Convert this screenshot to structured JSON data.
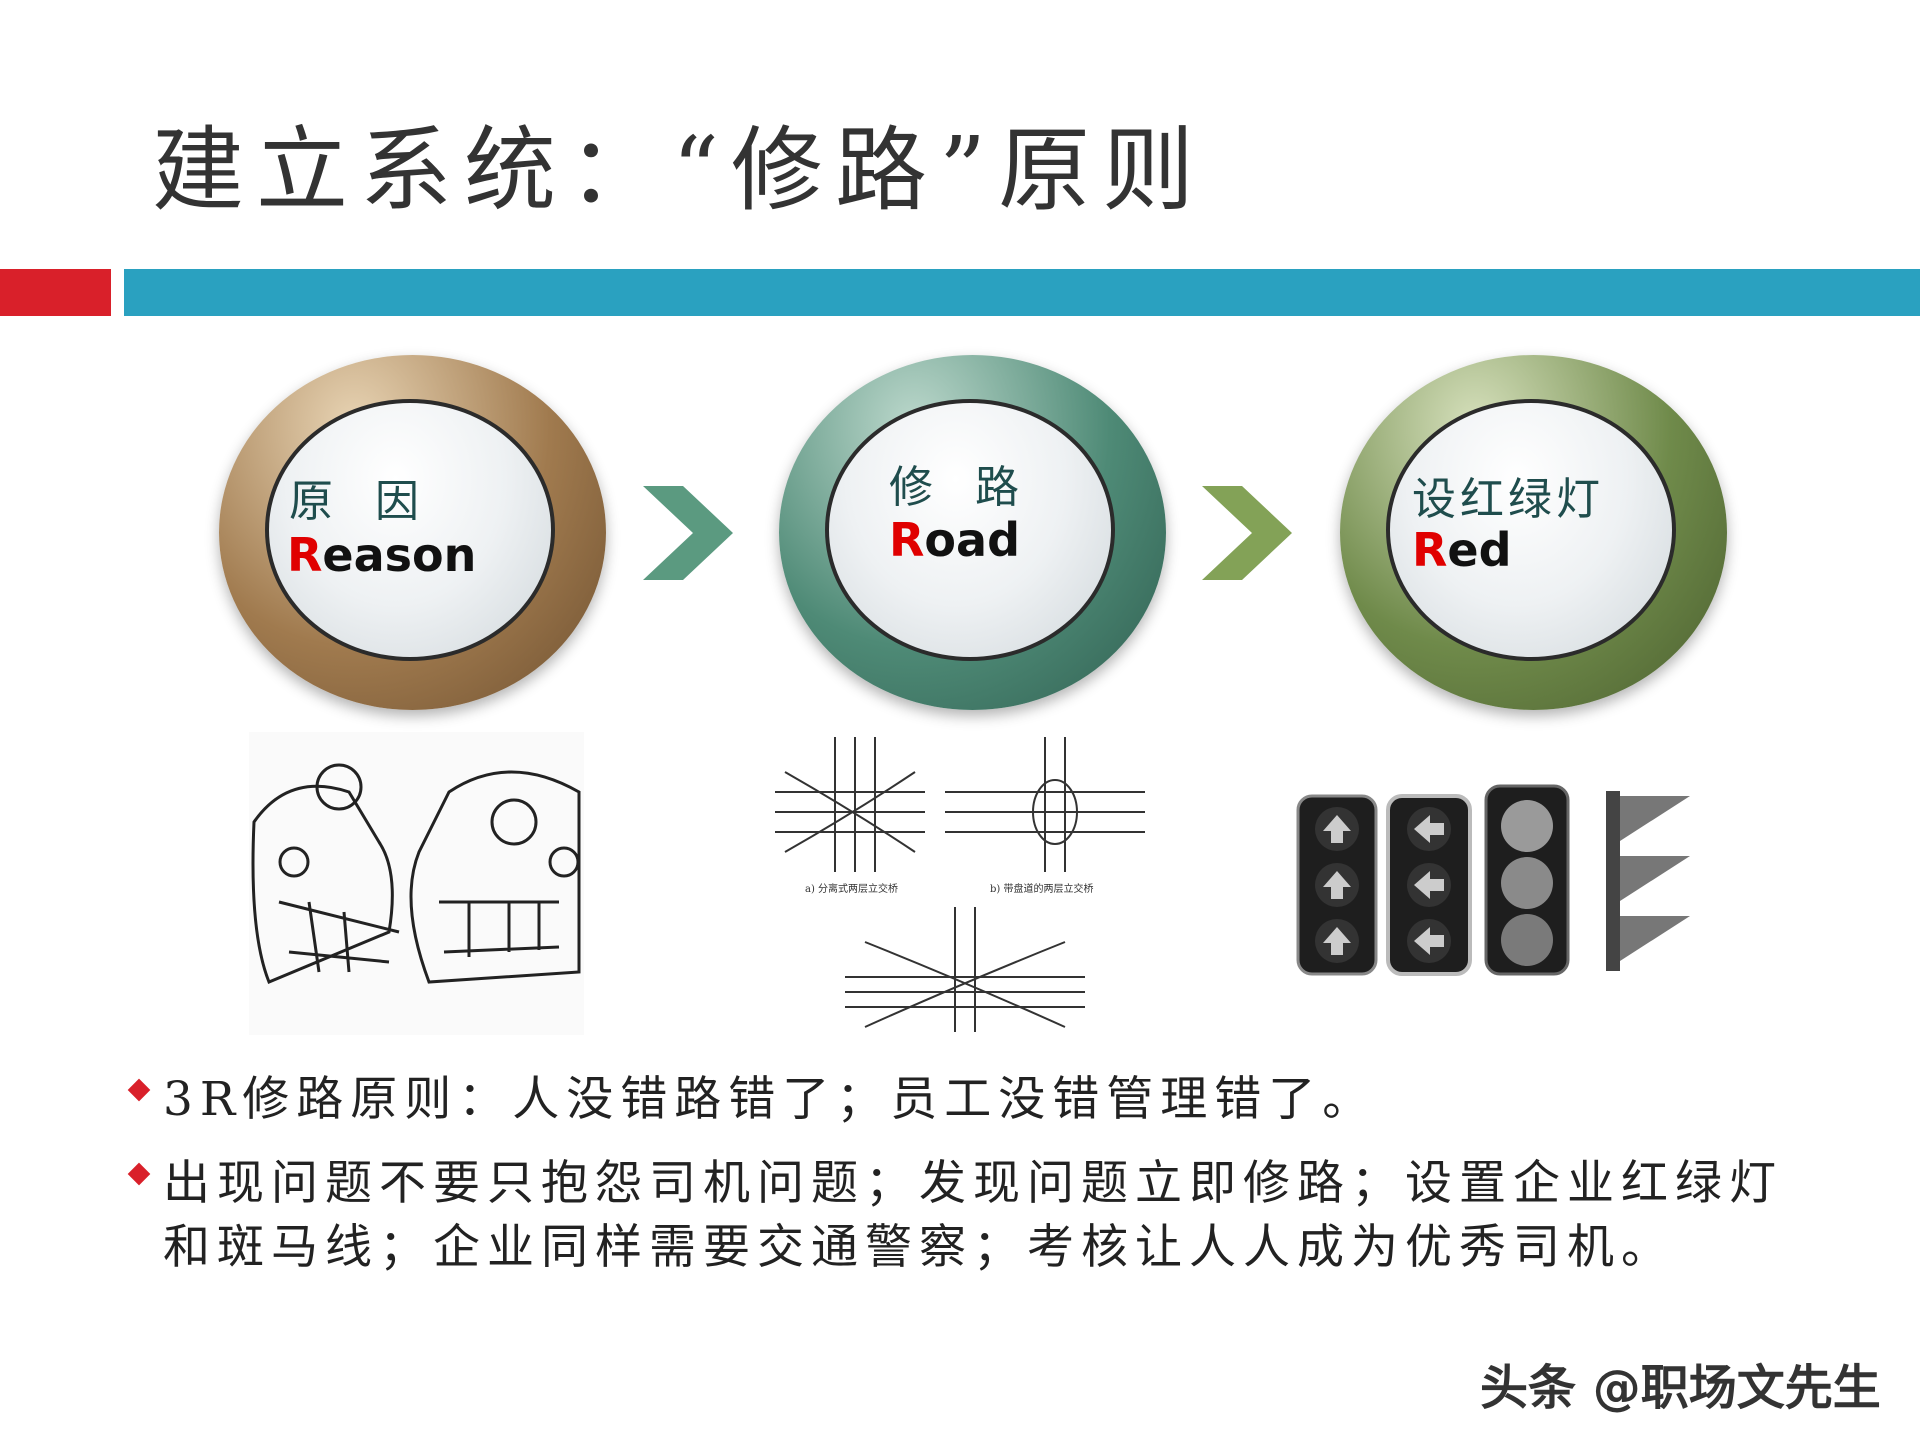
{
  "title": "建立系统：“修路”原则",
  "colors": {
    "red_bar": "#d9202a",
    "teal_bar": "#2aa1c0",
    "accent_red": "#e00000"
  },
  "steps": [
    {
      "cn": "原 因",
      "en_first": "R",
      "en_rest": "eason",
      "ring_color": "#a07a4e"
    },
    {
      "cn": "修 路",
      "en_first": "R",
      "en_rest": "oad",
      "ring_color": "#4e8a76"
    },
    {
      "cn": "设红绿灯",
      "en_first": "R",
      "en_rest": "ed",
      "ring_color": "#6f8a4a"
    }
  ],
  "images": {
    "intersection_captions": [
      "a) 分离式两层立交桥",
      "b) 带盘道的两层立交桥"
    ]
  },
  "bullets": [
    "3R修路原则：人没错路错了；员工没错管理错了。",
    "出现问题不要只抱怨司机问题；发现问题立即修路；设置企业红绿灯",
    "和斑马线；企业同样需要交通警察；考核让人人成为优秀司机。"
  ],
  "watermark": "头条 @职场文先生"
}
